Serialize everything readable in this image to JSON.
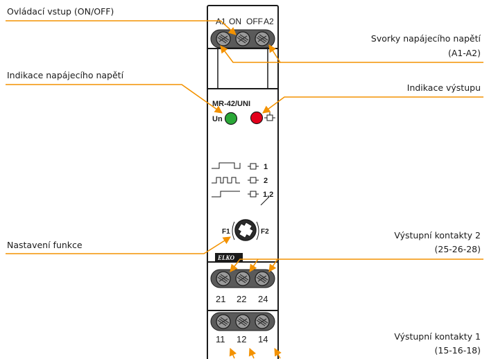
{
  "labels": {
    "control_input": "Ovládací vstup (ON/OFF)",
    "supply_terminals_line1": "Svorky napájecího napětí",
    "supply_terminals_line2": "(A1-A2)",
    "supply_indication": "Indikace napájecího napětí",
    "output_indication": "Indikace výstupu",
    "function_setting": "Nastavení funkce",
    "output_contacts2_line1": "Výstupní kontakty 2",
    "output_contacts2_line2": "(25-26-28)",
    "output_contacts1_line1": "Výstupní kontakty 1",
    "output_contacts1_line2": "(15-16-18)"
  },
  "device": {
    "model": "MR-42/UNI",
    "led_supply_label": "Un",
    "top_terminals": [
      "A1",
      "ON",
      "OFF",
      "A2"
    ],
    "mode_labels": [
      "1",
      "2",
      "1,2"
    ],
    "dial_left": "F1",
    "dial_right": "F2",
    "brand": "ELKO",
    "contacts2_numbers": [
      "21",
      "22",
      "24"
    ],
    "contacts1_numbers": [
      "11",
      "12",
      "14"
    ]
  },
  "colors": {
    "leader_line": "#f39200",
    "led_green": "#2aa837",
    "led_red": "#e3001b",
    "outline": "#1a1a1a",
    "screw_fill": "#9a9a9a"
  }
}
